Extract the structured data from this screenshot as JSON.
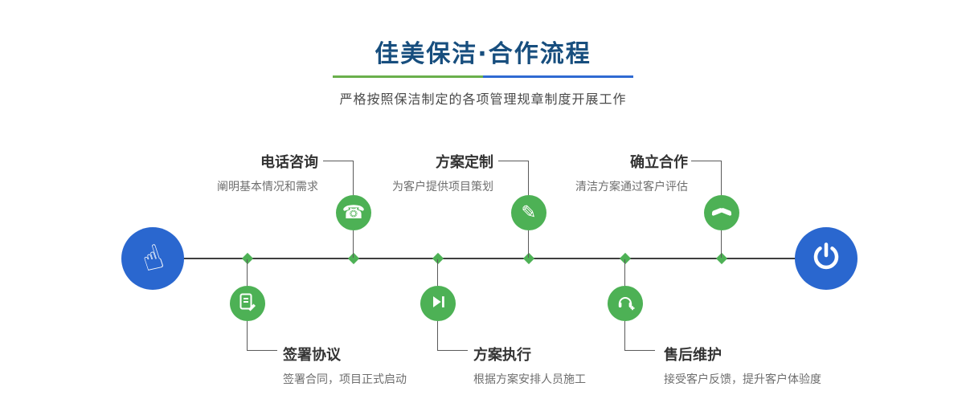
{
  "header": {
    "title": "佳美保洁·合作流程",
    "subtitle": "严格按照保洁制定的各项管理规章制度开展工作"
  },
  "colors": {
    "title_blue": "#174e7e",
    "accent_green": "#4db155",
    "accent_blue": "#2a67cf",
    "divider_green": "#6ab04c",
    "divider_blue": "#2f6ad2",
    "timeline": "#3f3f3f"
  },
  "icons": {
    "start": "hand-pointer-icon",
    "end": "power-icon",
    "hand_glyph": "☝",
    "phone_glyph": "☎",
    "pencil_glyph": "✎"
  },
  "flow": {
    "steps_top": [
      {
        "title": "电话咨询",
        "desc": "阐明基本情况和需求",
        "icon": "phone-icon"
      },
      {
        "title": "方案定制",
        "desc": "为客户提供项目策划",
        "icon": "pencil-icon"
      },
      {
        "title": "确立合作",
        "desc": "清洁方案通过客户评估",
        "icon": "handshake-icon"
      }
    ],
    "steps_bottom": [
      {
        "title": "签署协议",
        "desc": "签署合同，项目正式启动",
        "icon": "contract-icon"
      },
      {
        "title": "方案执行",
        "desc": "根据方案安排人员施工",
        "icon": "play-icon"
      },
      {
        "title": "售后维护",
        "desc": "接受客户反馈，提升客户体验度",
        "icon": "headset-icon"
      }
    ]
  }
}
